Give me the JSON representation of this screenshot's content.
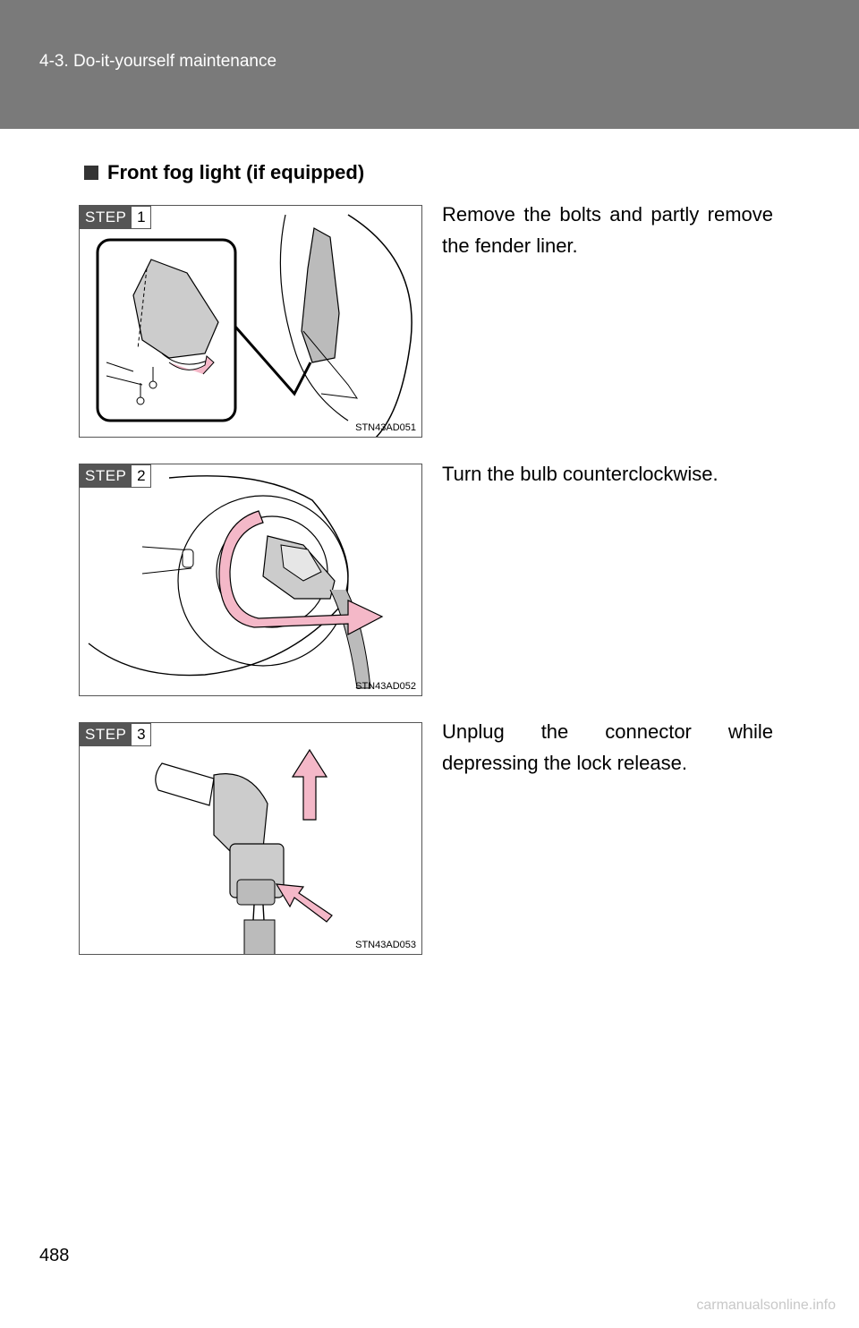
{
  "header": {
    "section": "4-3. Do-it-yourself maintenance"
  },
  "heading": "Front fog light (if equipped)",
  "steps": [
    {
      "tag": "STEP",
      "num": "1",
      "text": "Remove the bolts and partly remove the fender liner.",
      "fig_code": "STN43AD051"
    },
    {
      "tag": "STEP",
      "num": "2",
      "text": "Turn the bulb counterclockwise.",
      "fig_code": "STN43AD052"
    },
    {
      "tag": "STEP",
      "num": "3",
      "text": "Unplug the connector while depressing the lock release.",
      "fig_code": "STN43AD053"
    }
  ],
  "page_number": "488",
  "watermark": "carmanualsonline.info",
  "colors": {
    "header_band": "#7a7a7a",
    "arrow_pink": "#f4b8c8",
    "step_tag": "#555555"
  }
}
